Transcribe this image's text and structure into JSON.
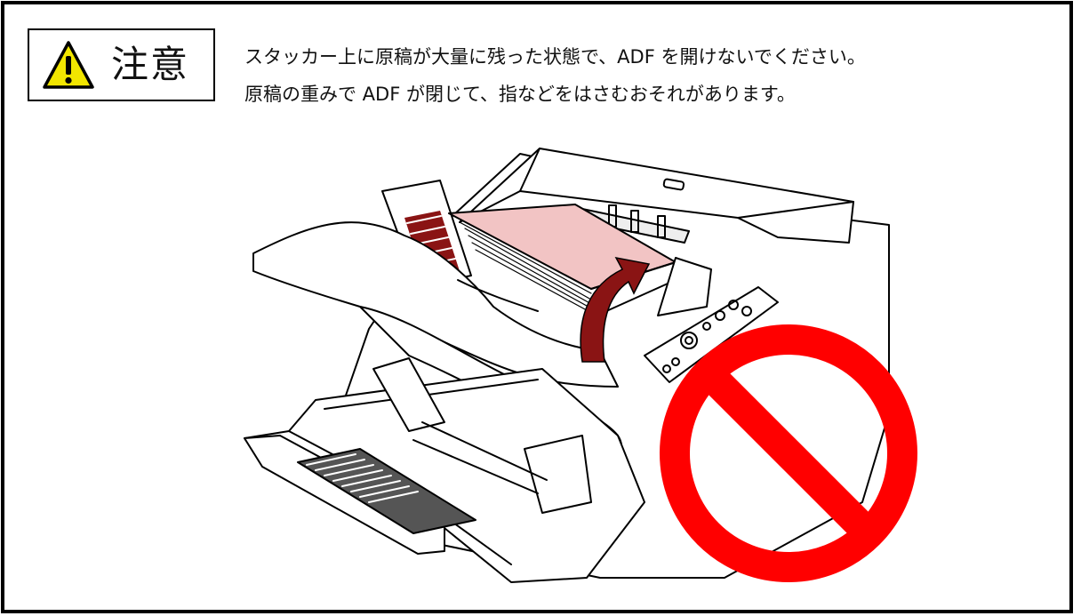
{
  "caution": {
    "label": "注意",
    "icon": "warning-triangle-icon",
    "triangle_color": "#f2e600"
  },
  "message": {
    "line1": "スタッカー上に原稿が大量に残った状態で、ADF を開けないでください。",
    "line2": "原稿の重みで ADF が閉じて、指などをはさむおそれがあります。"
  },
  "illustration": {
    "subject": "scanner-with-open-adf-illustration",
    "paper_color": "#f2c4c4",
    "arrow_color": "#8a1414",
    "prohibited_sign_color": "#ff0000"
  }
}
